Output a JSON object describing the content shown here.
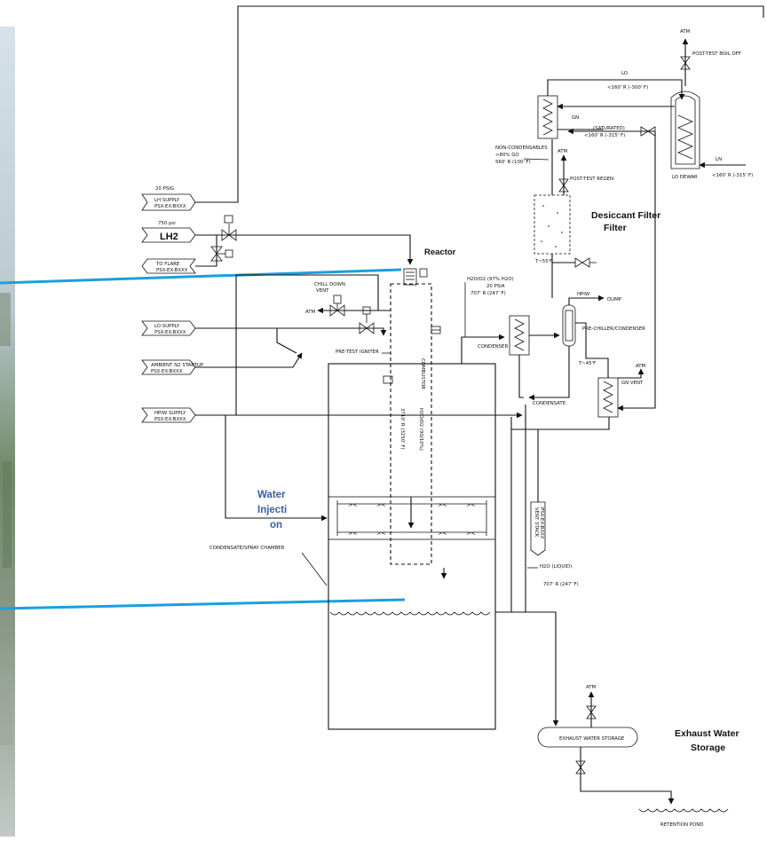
{
  "callouts": {
    "reactor": "Reactor",
    "desiccant_filter": "Desiccant Filter",
    "water_injection_1": "Water",
    "water_injection_2": "Injecti",
    "water_injection_3": "on",
    "exhaust_water_storage_1": "Exhaust Water",
    "exhaust_water_storage_2": "Storage"
  },
  "inputs": {
    "lh_supply_psig": "20 PSIG",
    "lh_supply": "LH SUPPLY",
    "lh_supply_tag": "PSX-EX-BXXX",
    "lh2_psi": "750 psi",
    "lh2": "LH2",
    "to_flare": "TO FLARE",
    "to_flare_tag": "PSX-EX-BXXX",
    "lo_supply": "LO SUPPLY",
    "lo_supply_tag": "PSX-EX-BXXX",
    "ambient_gn": "AMBIENT N2 STARTUP",
    "ambient_gn_tag": "PSX-EX-BXXX",
    "hpiw_supply": "HPIW SUPPLY",
    "hpiw_supply_tag": "PSX-EX-BXXX"
  },
  "labels": {
    "chill_down": "CHILL DOWN",
    "vent": "VENT",
    "atm": "ATM",
    "pre_test_igniter": "PRE-TEST IGNITER",
    "combustor": "COMBUSTOR",
    "combustor_gas": "H2O/O2 (90/10%)",
    "combustor_temp": "3710' R (3250' F)",
    "condensate_spray_chamber": "CONDENSATE/SPRAY CHAMBER",
    "h2o_o2": "H2O/O2 (97% H2O)",
    "psia": "20 PSIA",
    "h2o_temp": "707' R (247' F)",
    "condenser": "CONDENSER",
    "hpiw": "HPIW",
    "dump": "DUMP",
    "pre_chiller": "PRE-CHILLER/CONDENSER",
    "condensate": "CONDENSATE",
    "t45": "T~45'F",
    "gn_vent": "GN VENT",
    "t55": "T~55'F",
    "post_test_regen": "POST-TEST REGEN",
    "non_condensables": "NON-CONDENSABLES",
    "non_condensables_2": ">80% GO",
    "non_condensables_3": "560' R (100' F)",
    "gn": "GN",
    "saturated": "(SATURATED)",
    "gn_temp": "<160' R (-315' F)",
    "lo": "LO",
    "lo_temp": "<160' R (-300' F)",
    "lo_dewar": "LO DEWAR",
    "ln": "LN",
    "ln_temp": "<160' R (-315' F)",
    "post_test_boil_off": "POST-TEST BOIL OFF",
    "h2o_liquid": "H2O (LIQUID)",
    "h2o_liquid_temp": "707' R (247' F)",
    "vent_stack": "VENT STACK",
    "vent_stack_tag": "PSX-EX-BXXX",
    "exhaust_water_storage_tank": "EXHAUST WATER STORAGE",
    "retention_pond": "RETENTION POND"
  },
  "colors": {
    "leader_lines": "#1aa0dd",
    "callout_blue": "#3a5fa5",
    "photo_sky": "#c9d6de",
    "photo_green": "#5f7a5a"
  }
}
